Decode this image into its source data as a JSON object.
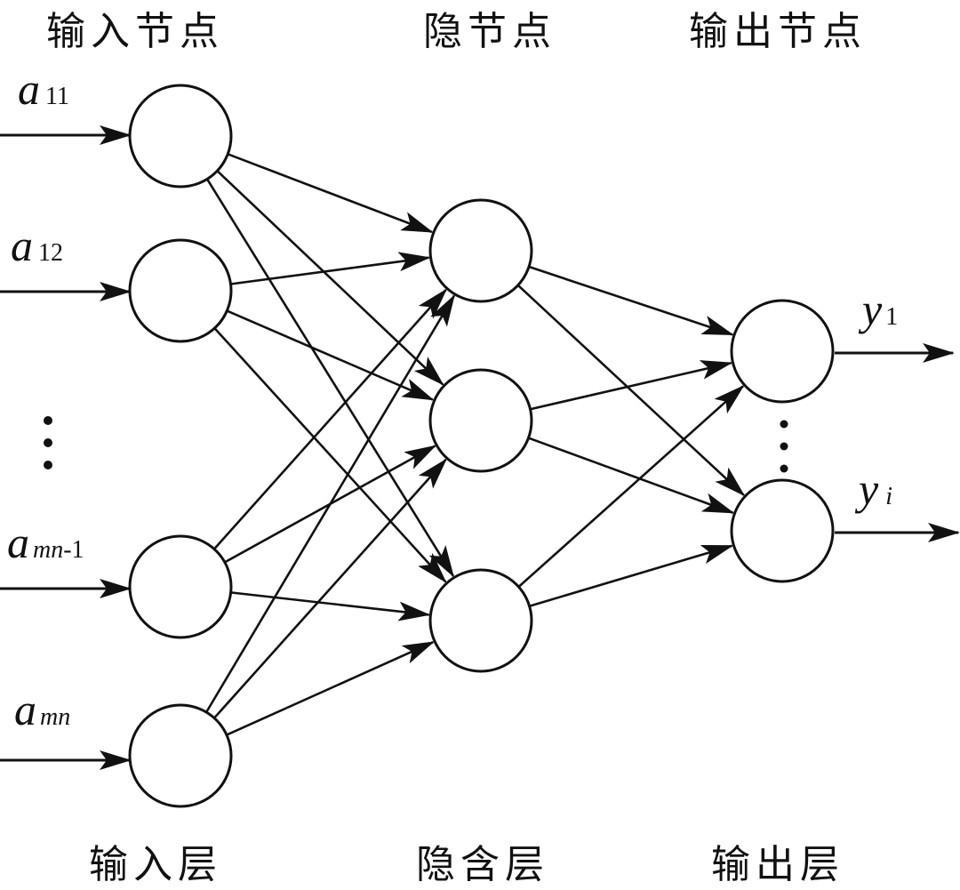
{
  "headers": {
    "input_nodes": "输入节点",
    "hidden_nodes": "隐节点",
    "output_nodes": "输出节点"
  },
  "footers": {
    "input_layer": "输入层",
    "hidden_layer": "隐含层",
    "output_layer": "输出层"
  },
  "inputs": [
    {
      "var": "a",
      "sub": "11",
      "sub_italic": ""
    },
    {
      "var": "a",
      "sub": "12",
      "sub_italic": ""
    },
    {
      "var": "a",
      "sub": "-1",
      "sub_italic": "mn"
    },
    {
      "var": "a",
      "sub": "",
      "sub_italic": "mn"
    }
  ],
  "outputs": [
    {
      "var": "y",
      "sub": "1",
      "sub_italic": ""
    },
    {
      "var": "y",
      "sub": "",
      "sub_italic": "i"
    }
  ],
  "colors": {
    "stroke": "#111111",
    "background": "#ffffff"
  }
}
